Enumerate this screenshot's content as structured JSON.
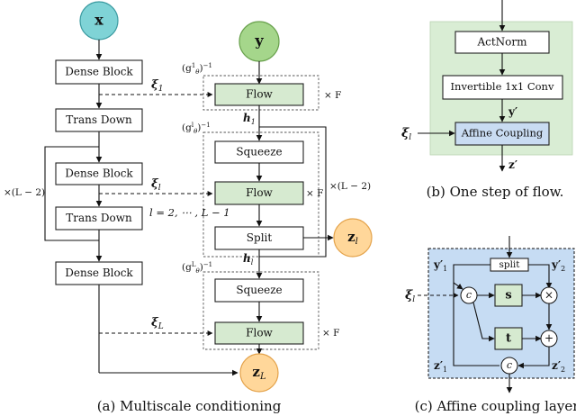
{
  "diagram": {
    "left": {
      "x_node": "x",
      "y_node": "y",
      "dense_block": "Dense Block",
      "trans_down": "Trans Down",
      "squeeze": "Squeeze",
      "flow": "Flow",
      "split": "Split",
      "times_f": "× F",
      "times_l2": "×(L − 2)",
      "l_range": "l = 2, ⋯ , L − 1",
      "xi_1": "ξ",
      "xi_1_sub": "1",
      "xi_l": "ξ",
      "xi_l_sub": "l",
      "xi_L": "ξ",
      "xi_L_sub": "L",
      "h1": "h",
      "h1_sub": "1",
      "hl": "h",
      "hl_sub": "l",
      "zl": "z",
      "zl_sub": "l",
      "zL": "z",
      "zL_sub": "L",
      "g1": "(g",
      "g1_sup": "1",
      "g1_tail": ")",
      "gl": "(g",
      "gl_sup": "l",
      "gl_tail": ")",
      "gL": "(g",
      "gL_sup": "L",
      "gL_tail": ")",
      "theta": "θ",
      "inverse": "−1",
      "caption": "(a) Multiscale conditioning"
    },
    "flow_step": {
      "actnorm": "ActNorm",
      "conv": "Invertible 1x1 Conv",
      "coupling": "Affine Coupling",
      "y_prime": "y′",
      "z_prime": "z′",
      "xi": "ξ",
      "xi_sub": "l",
      "caption": "(b) One step of flow."
    },
    "coupling": {
      "split": "split",
      "s": "s",
      "t": "t",
      "c": "c",
      "times": "×",
      "plus": "+",
      "y1": "y′",
      "y1_sub": "1",
      "y2": "y′",
      "y2_sub": "2",
      "z1": "z′",
      "z1_sub": "1",
      "z2": "z′",
      "z2_sub": "2",
      "xi": "ξ",
      "xi_sub": "l",
      "caption": "(c) Affine coupling layer"
    }
  }
}
